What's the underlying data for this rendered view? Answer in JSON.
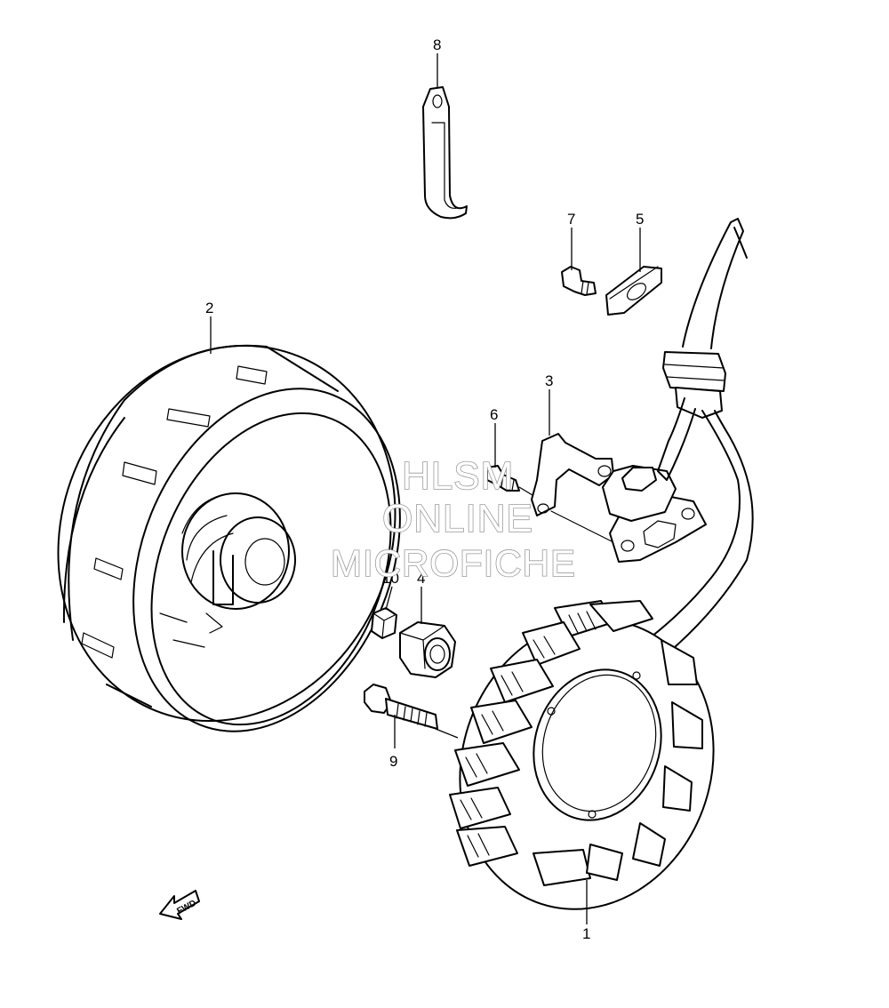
{
  "watermark": {
    "line1": "HLSM",
    "line2": "ONLINE",
    "line3": "MICROFICHE"
  },
  "fwd_label": "FWD",
  "callouts": [
    {
      "id": "callout-1",
      "label": "1"
    },
    {
      "id": "callout-2",
      "label": "2"
    },
    {
      "id": "callout-3",
      "label": "3"
    },
    {
      "id": "callout-4",
      "label": "4"
    },
    {
      "id": "callout-5",
      "label": "5"
    },
    {
      "id": "callout-6",
      "label": "6"
    },
    {
      "id": "callout-7",
      "label": "7"
    },
    {
      "id": "callout-8",
      "label": "8"
    },
    {
      "id": "callout-9",
      "label": "9"
    },
    {
      "id": "callout-10",
      "label": "10"
    }
  ]
}
